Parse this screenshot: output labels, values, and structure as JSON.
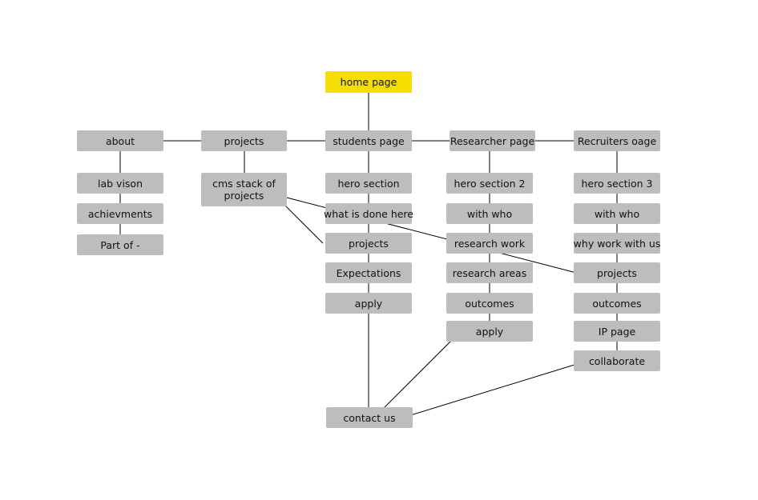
{
  "colors": {
    "node": "#bdbdbd",
    "root": "#f5df00",
    "line": "#000000"
  },
  "nodes": {
    "home": "home page",
    "about": "about",
    "lab_vison": "lab vison",
    "achievments": "achievments",
    "part_of": "Part of -",
    "projects": "projects",
    "cms_stack": "cms stack of projects",
    "students": "students page",
    "s_hero": "hero section",
    "s_what": "what is done here",
    "s_projects": "projects",
    "s_expectations": "Expectations",
    "s_apply": "apply",
    "researcher": "Researcher page",
    "r_hero": "hero section 2",
    "r_with": "with who",
    "r_work": "research work",
    "r_areas": "research areas",
    "r_outcomes": "outcomes",
    "r_apply": "apply",
    "recruiters": "Recruiters oage",
    "c_hero": "hero section 3",
    "c_with": "with who",
    "c_why": "why work with us",
    "c_projects": "projects",
    "c_outcomes": "outcomes",
    "c_ip": "IP page",
    "c_collab": "collaborate",
    "contact": "contact us"
  },
  "edges": [
    [
      "home",
      "students"
    ],
    [
      "about",
      "projects"
    ],
    [
      "projects",
      "students"
    ],
    [
      "students",
      "researcher"
    ],
    [
      "researcher",
      "recruiters"
    ],
    [
      "about",
      "lab_vison"
    ],
    [
      "lab_vison",
      "achievments"
    ],
    [
      "achievments",
      "part_of"
    ],
    [
      "projects",
      "cms_stack"
    ],
    [
      "students",
      "s_hero"
    ],
    [
      "s_hero",
      "s_what"
    ],
    [
      "s_what",
      "s_projects"
    ],
    [
      "s_projects",
      "s_expectations"
    ],
    [
      "s_expectations",
      "s_apply"
    ],
    [
      "researcher",
      "r_hero"
    ],
    [
      "r_hero",
      "r_with"
    ],
    [
      "r_with",
      "r_work"
    ],
    [
      "r_work",
      "r_areas"
    ],
    [
      "r_areas",
      "r_outcomes"
    ],
    [
      "r_outcomes",
      "r_apply"
    ],
    [
      "recruiters",
      "c_hero"
    ],
    [
      "c_hero",
      "c_with"
    ],
    [
      "c_with",
      "c_why"
    ],
    [
      "c_why",
      "c_projects"
    ],
    [
      "c_projects",
      "c_outcomes"
    ],
    [
      "c_outcomes",
      "c_ip"
    ],
    [
      "c_ip",
      "c_collab"
    ],
    [
      "cms_stack",
      "s_projects"
    ],
    [
      "cms_stack",
      "c_projects"
    ],
    [
      "s_apply",
      "contact"
    ],
    [
      "r_apply",
      "contact"
    ],
    [
      "c_collab",
      "contact"
    ]
  ]
}
